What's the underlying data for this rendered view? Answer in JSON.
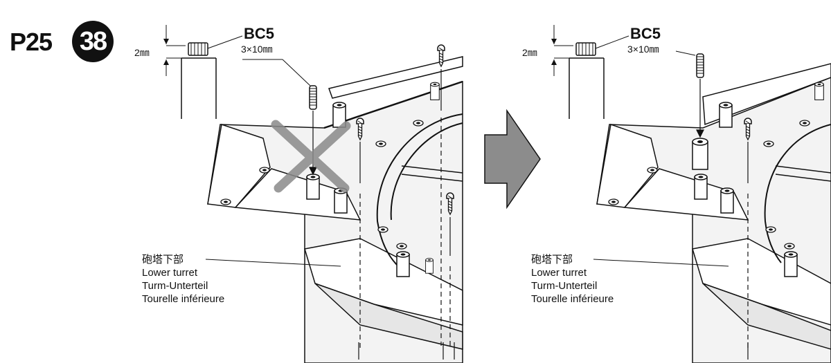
{
  "header": {
    "page_ref": "P25",
    "step_number": "38"
  },
  "panels": [
    {
      "state": "incorrect",
      "part_code": "BC5",
      "part_spec": "3×10㎜",
      "height_label": "2㎜",
      "callout": [
        "砲塔下部",
        "Lower turret",
        "Turm-Unterteil",
        "Tourelle inférieure"
      ]
    },
    {
      "state": "correct",
      "part_code": "BC5",
      "part_spec": "3×10㎜",
      "height_label": "2㎜",
      "callout": [
        "砲塔下部",
        "Lower turret",
        "Turm-Unterteil",
        "Tourelle inférieure"
      ]
    }
  ],
  "colors": {
    "ink": "#111111",
    "cross_mark": "#8a8a8a",
    "arrow_fill": "#8c8c8c",
    "panel_tint": "#f3f3f3"
  }
}
